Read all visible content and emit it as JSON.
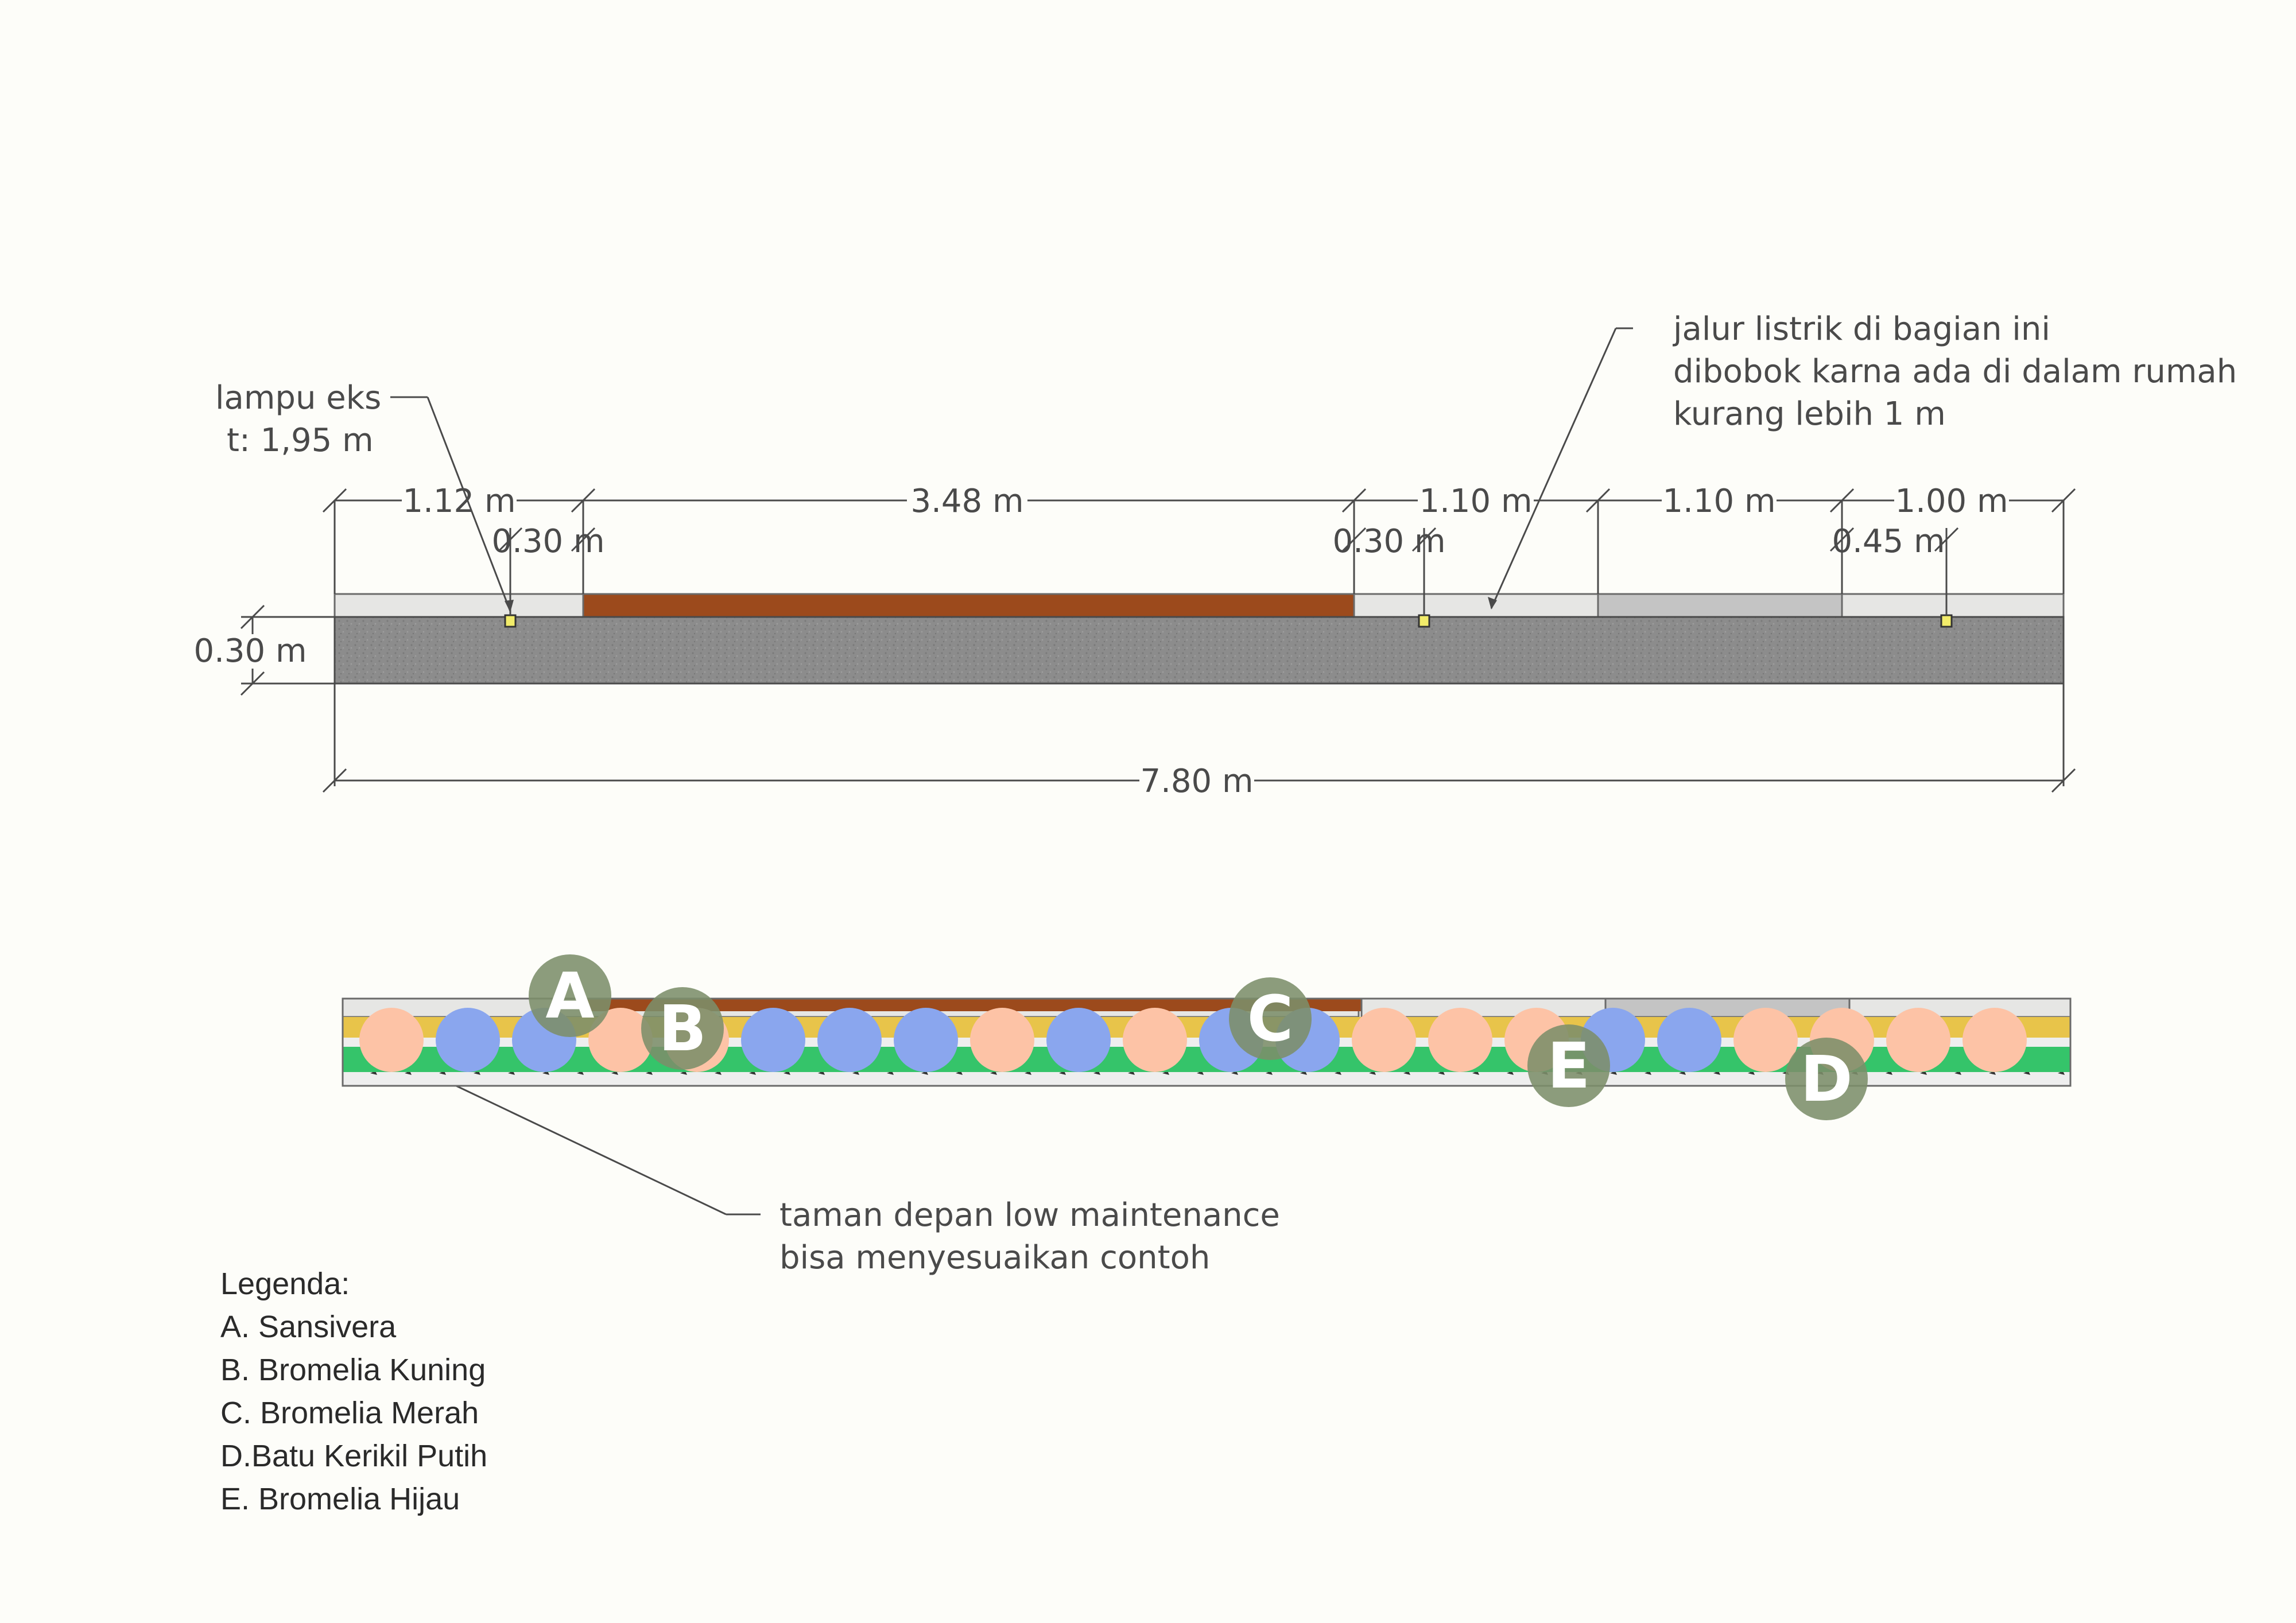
{
  "colors": {
    "background": "#fdfdf9",
    "concrete_light": "#e6e6e4",
    "concrete_dark": "#c4c4c4",
    "wood": "#9c4a1c",
    "slab": "#8c8c8c",
    "line": "#4a4a4a",
    "lamp": "#f2ec6a",
    "gravel_yellow": "#e8c44a",
    "grass_green": "#35c46a",
    "pebble_white": "#eeeeee",
    "circle_pink": "#fdc3a6",
    "circle_blue": "#8aa6ee",
    "marker": "#7c8e6a"
  },
  "notes": {
    "lamp_line1": "lampu eks",
    "lamp_line2": "t: 1,95 m",
    "electric_line1": "jalur listrik di bagian ini",
    "electric_line2": "dibobok karna ada di dalam rumah",
    "electric_line3": "kurang lebih 1 m",
    "garden_line1": "taman depan low maintenance",
    "garden_line2": "bisa menyesuaikan contoh"
  },
  "dimensions": {
    "d_112": "1.12 m",
    "d_348": "3.48 m",
    "d_110a": "1.10 m",
    "d_110b": "1.10 m",
    "d_100": "1.00 m",
    "d_030a": "0.30 m",
    "d_030b": "0.30 m",
    "d_045": "0.45 m",
    "d_height": "0.30 m",
    "d_total": "7.80 m"
  },
  "plants": {
    "sequence": [
      "pink",
      "blue",
      "blue",
      "pink",
      "pink",
      "blue",
      "blue",
      "blue",
      "pink",
      "blue",
      "pink",
      "blue",
      "blue",
      "pink",
      "pink",
      "pink",
      "blue",
      "blue",
      "pink",
      "pink",
      "pink",
      "pink"
    ]
  },
  "markers": [
    "A",
    "B",
    "C",
    "E",
    "D"
  ],
  "legend": {
    "title": "Legenda:",
    "items": [
      "A. Sansivera",
      "B. Bromelia Kuning",
      "C. Bromelia Merah",
      "D.Batu Kerikil Putih",
      "E. Bromelia Hijau"
    ]
  }
}
